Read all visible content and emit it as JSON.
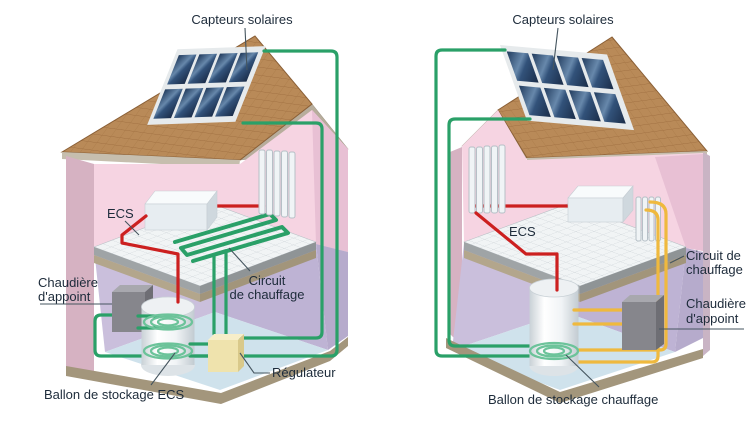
{
  "colors": {
    "solar_pipe": "#2aa068",
    "hot_water_pipe": "#cc2020",
    "heating_pipe": "#efb93e",
    "label_text": "#1d2b3a",
    "leader_line": "#45555f"
  },
  "left_house": {
    "solar_label": "Capteurs solaires",
    "ecs_label": "ECS",
    "boiler_label_1": "Chaudière",
    "boiler_label_2": "d'appoint",
    "circuit_label_1": "Circuit",
    "circuit_label_2": "de chauffage",
    "tank_label": "Ballon de stockage ECS",
    "regulator_label": "Régulateur"
  },
  "right_house": {
    "solar_label": "Capteurs solaires",
    "ecs_label": "ECS",
    "circuit_label_1": "Circuit de",
    "circuit_label_2": "chauffage",
    "boiler_label_1": "Chaudière",
    "boiler_label_2": "d'appoint",
    "tank_label": "Ballon de stockage chauffage"
  }
}
